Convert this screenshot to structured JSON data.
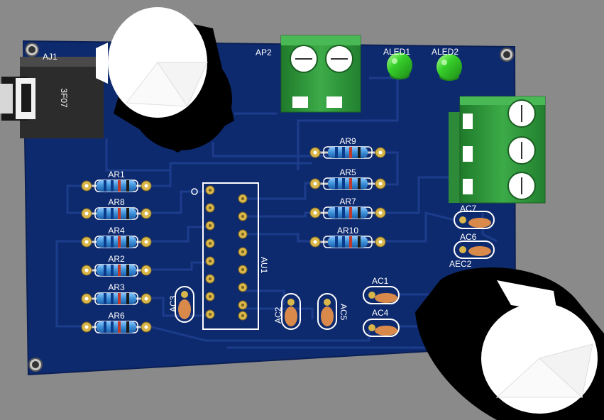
{
  "board": {
    "labels": {
      "aj1": "AJ1",
      "jack_marking": "3F07",
      "ap2": "AP2",
      "aled1": "ALED1",
      "aled2": "ALED2",
      "au1": "AU1",
      "aec2": "AEC2"
    },
    "resistors_left": [
      "AR1",
      "AR8",
      "AR4",
      "AR2",
      "AR3",
      "AR6"
    ],
    "resistors_right": [
      "AR9",
      "AR5",
      "AR7",
      "AR10"
    ],
    "caps_vertical": [
      "AC3",
      "AC2",
      "AC5"
    ],
    "caps_horizontal": [
      "AC1",
      "AC4",
      "AC7",
      "AC6"
    ]
  },
  "colors": {
    "background": "#8a8a8a",
    "board": "#0e2a6e",
    "trace": "#1c3c8c",
    "silkscreen": "#ffffff",
    "terminal_green": "#2f9a3c",
    "led_green": "#36d02a",
    "capacitor_body": "#000000",
    "ceramic_cap": "#d98a4a",
    "resistor_body": "#3c8fd8",
    "pad_gold": "#d8b64a"
  }
}
